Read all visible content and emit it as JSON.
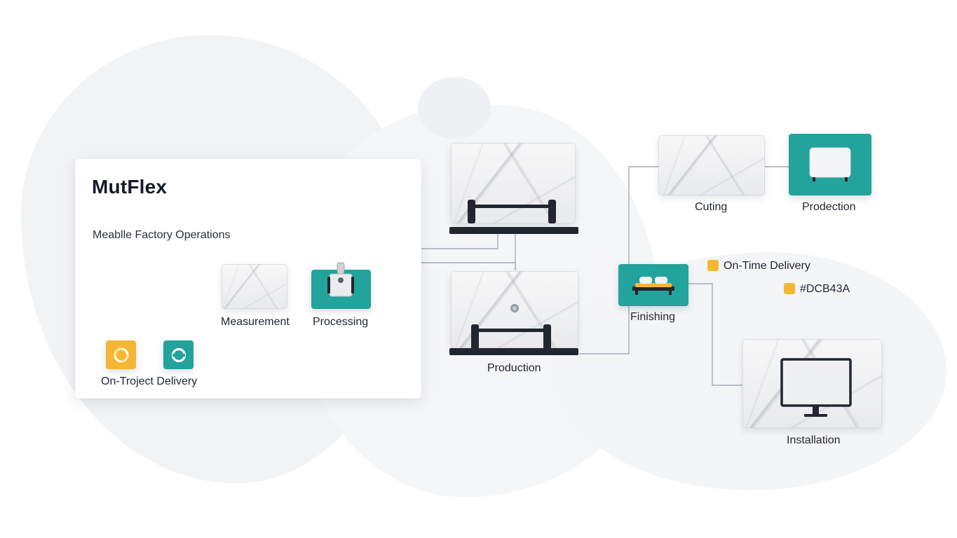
{
  "brand": "MutFlex",
  "subtitle": "Meablle Factory Operations",
  "nodes": {
    "measurement": "Measurement",
    "processing": "Processing",
    "delivery": "On-Troject Delivery",
    "production_main": "Production",
    "cutting": "Cuting",
    "prodection": "Prodection",
    "finishing": "Finishing",
    "installation": "Installation"
  },
  "legend": {
    "on_time": "On-Time Delivery",
    "code": "#DCB43A"
  },
  "colors": {
    "teal": "#22a39b",
    "amber": "#f4b733",
    "dark": "#22262e",
    "connector": "#a6acb5"
  },
  "icons": [
    "refresh-icon",
    "cycle-icon",
    "machine-icon",
    "bench-icon",
    "bed-icon",
    "monitor-icon",
    "sofa-icon"
  ]
}
